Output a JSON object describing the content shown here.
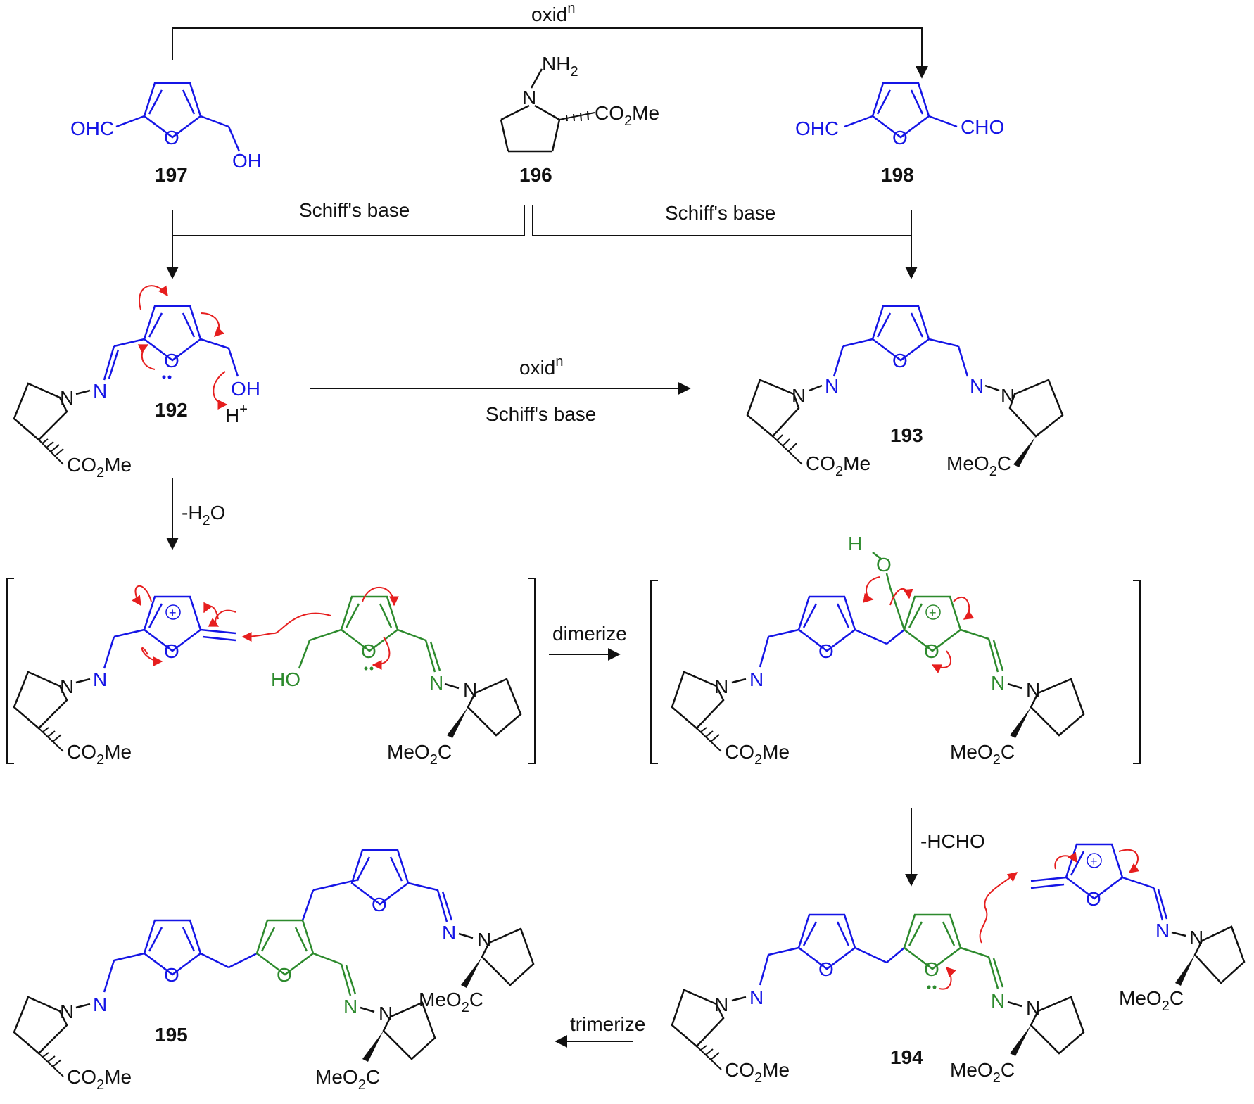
{
  "colors": {
    "blue": "#1515e6",
    "green": "#2d8a2d",
    "red": "#e61e1e",
    "black": "#111111"
  },
  "compounds": {
    "c197": {
      "label": "197",
      "cho": "OHC",
      "oh": "OH"
    },
    "c196": {
      "label": "196",
      "nh2": "NH",
      "nh2_sub": "2",
      "n": "N",
      "ester": "CO",
      "ester_sub": "2",
      "ester_tail": "Me"
    },
    "c198": {
      "label": "198",
      "left": "OHC",
      "right": "CHO"
    },
    "c192": {
      "label": "192",
      "oh": "OH",
      "proton": "H",
      "proton_sup": "+"
    },
    "c193": {
      "label": "193"
    },
    "c194": {
      "label": "194"
    },
    "c195": {
      "label": "195"
    }
  },
  "atoms": {
    "n": "N",
    "o": "O",
    "ho": "HO",
    "h": "H",
    "plus": "+",
    "co2me_a": "CO",
    "co2me_sub": "2",
    "co2me_b": "Me",
    "meo2c_a": "MeO",
    "meo2c_sub": "2",
    "meo2c_b": "C"
  },
  "arrows": {
    "oxid_top": {
      "text": "oxid",
      "sup": "n"
    },
    "schiff_left": "Schiff's base",
    "schiff_right": "Schiff's base",
    "oxid_mid": {
      "text": "oxid",
      "sup": "n"
    },
    "schiff_mid": "Schiff's base",
    "minus_water": {
      "prefix": "-H",
      "sub": "2",
      "suffix": "O"
    },
    "dimerize": "dimerize",
    "minus_hcho": "-HCHO",
    "trimerize": "trimerize"
  }
}
